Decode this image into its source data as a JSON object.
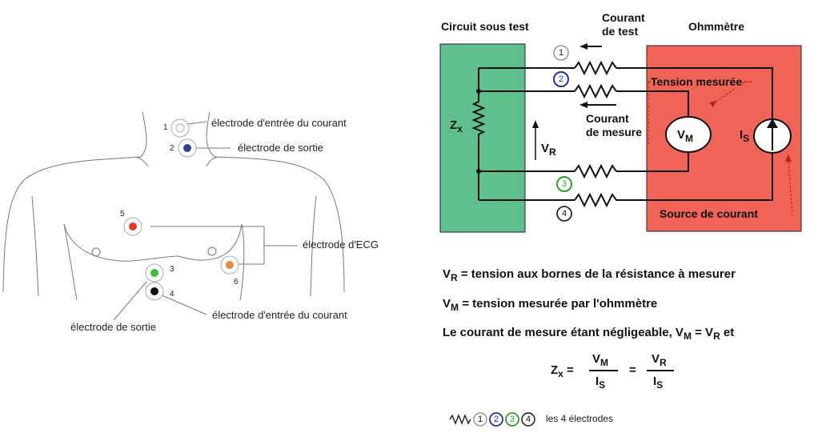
{
  "left_diagram": {
    "electrodes": [
      {
        "id": "1",
        "color": "#ffffff",
        "label": "électrode d'entrée du courant"
      },
      {
        "id": "2",
        "color": "#33418a",
        "label": "électrode de sortie"
      },
      {
        "id": "5",
        "color": "#e23a2c",
        "label": ""
      },
      {
        "id": "6",
        "color": "#e8893a",
        "label": ""
      },
      {
        "id": "3",
        "color": "#3cbf3c",
        "label": ""
      },
      {
        "id": "4",
        "color": "#111111",
        "label": "électrode d'entrée du courant"
      }
    ],
    "ecg_label": "électrode d'ECG",
    "bottom_left_label": "électrode de sortie"
  },
  "circuit": {
    "left_title": "Circuit sous test",
    "right_title": "Ohmmètre",
    "courant_test_line1": "Courant",
    "courant_test_line2": "de test",
    "courant_mesure_line1": "Courant",
    "courant_mesure_line2": "de mesure",
    "tension_mesuree": "Tension mesurée",
    "source_courant": "Source de courant",
    "zx": "Z",
    "zx_sub": "x",
    "vr": "V",
    "vr_sub": "R",
    "vm": "V",
    "vm_sub": "M",
    "is": "I",
    "is_sub": "S",
    "colors": {
      "green": "#5fc08e",
      "red": "#f06457"
    },
    "terminals": [
      {
        "n": "1",
        "color": "#888888"
      },
      {
        "n": "2",
        "color": "#1f2fb0"
      },
      {
        "n": "3",
        "color": "#2e9e2e"
      },
      {
        "n": "4",
        "color": "#111111"
      }
    ]
  },
  "equations": {
    "line1_var": "V",
    "line1_sub": "R",
    "line1_text": "=  tension aux bornes de la résistance à mesurer",
    "line2_var": "V",
    "line2_sub": "M",
    "line2_text": "=  tension mesurée par l'ohmmètre",
    "line3_text": "Le courant de mesure étant négligeable,",
    "line3_eq_a": "V",
    "line3_eq_a_sub": "M",
    "line3_eq_mid": " = ",
    "line3_eq_b": "V",
    "line3_eq_b_sub": "R",
    "line3_end": " et",
    "frac_left": "Z",
    "frac_left_sub": "x",
    "frac_n1": "V",
    "frac_n1_sub": "M",
    "frac_d1": "I",
    "frac_d1_sub": "S",
    "frac_n2": "V",
    "frac_n2_sub": "R",
    "frac_d2": "I",
    "frac_d2_sub": "S"
  },
  "legend": {
    "numbers": [
      "1",
      "2",
      "3",
      "4"
    ],
    "text": "les 4 électrodes"
  }
}
